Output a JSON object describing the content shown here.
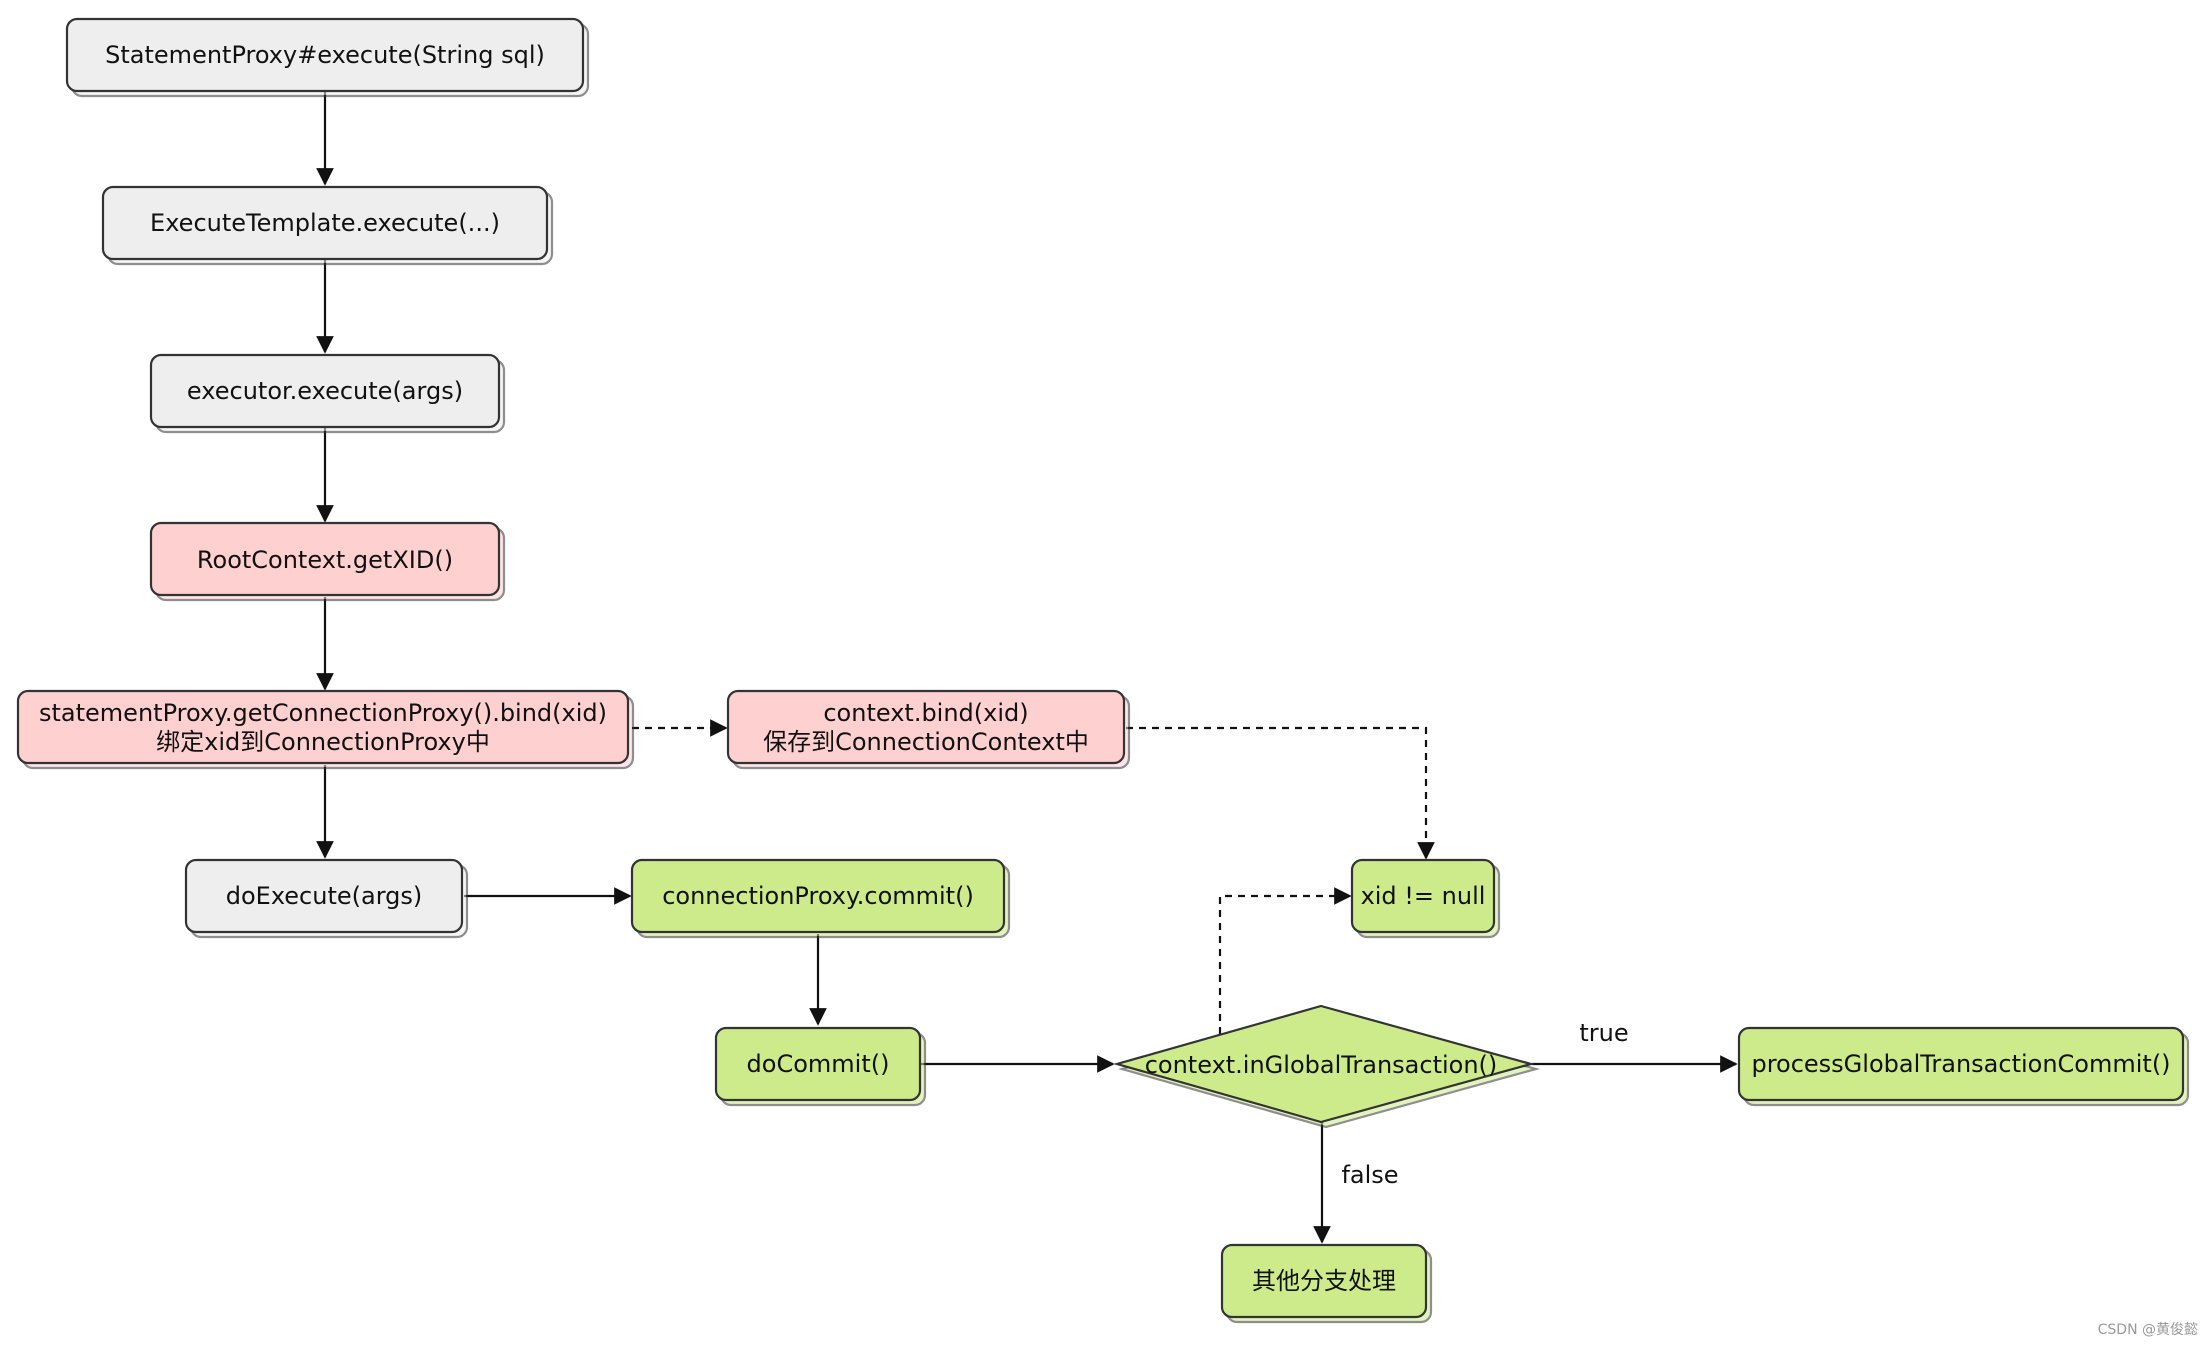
{
  "nodes": {
    "statement_proxy": "StatementProxy#execute(String sql)",
    "execute_template": "ExecuteTemplate.execute(...)",
    "executor_execute": "executor.execute(args)",
    "root_context": "RootContext.getXID()",
    "bind_line1": "statementProxy.getConnectionProxy().bind(xid)",
    "bind_line2": "绑定xid到ConnectionProxy中",
    "context_bind_line1": "context.bind(xid)",
    "context_bind_line2": "保存到ConnectionContext中",
    "do_execute": "doExecute(args)",
    "connection_commit": "connectionProxy.commit()",
    "xid_not_null": "xid != null",
    "do_commit": "doCommit()",
    "in_global_tx": "context.inGlobalTransaction()",
    "process_commit": "processGlobalTransactionCommit()",
    "other_branch": "其他分支处理"
  },
  "edges": {
    "true_label": "true",
    "false_label": "false"
  },
  "watermark": "CSDN @黄俊懿",
  "colors": {
    "gray": "#eeeeee",
    "pink": "#ffd0d0",
    "green": "#cdeb8b",
    "stroke": "#333333"
  }
}
